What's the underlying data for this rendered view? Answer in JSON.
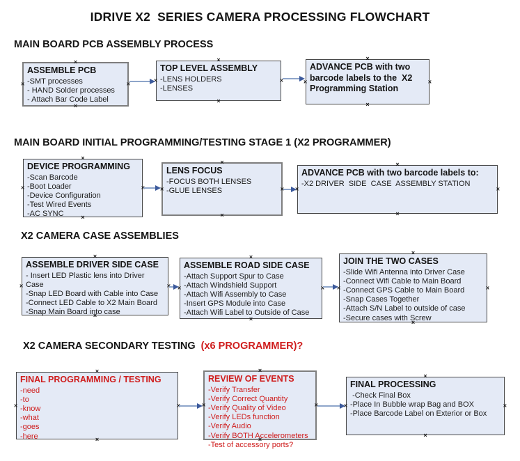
{
  "page_title": "IDRIVE X2  SERIES CAMERA PROCESSING FLOWCHART",
  "glyphs": {
    "connector_handle": "×",
    "arrow": "right-arrow"
  },
  "colors": {
    "box_fill": "#e4eaf6",
    "box_border": "#474747",
    "thick_border": "#7e7e7e",
    "red_text": "#cf1d1d",
    "arrow_line": "#8ea5ca",
    "arrow_head": "#3c5a9c"
  },
  "sections": [
    {
      "header": "MAIN BOARD PCB ASSEMBLY PROCESS",
      "boxes": [
        {
          "title": "ASSEMBLE PCB",
          "items": [
            "-SMT processes",
            "- HAND Solder processes",
            "- Attach Bar Code Label"
          ]
        },
        {
          "title": "TOP LEVEL ASSEMBLY",
          "items": [
            "-LENS HOLDERS",
            "-LENSES"
          ]
        },
        {
          "title": "ADVANCE PCB with two barcode labels to the  X2 Programming Station",
          "items": []
        }
      ]
    },
    {
      "header": "MAIN BOARD INITIAL PROGRAMMING/TESTING STAGE 1 (X2 PROGRAMMER)",
      "boxes": [
        {
          "title": "DEVICE PROGRAMMING",
          "items": [
            "-Scan Barcode",
            "-Boot Loader",
            "-Device Configuration",
            "-Test Wired Events",
            "-AC SYNC"
          ]
        },
        {
          "title": "LENS FOCUS",
          "items": [
            "-FOCUS BOTH LENSES",
            "-GLUE LENSES"
          ]
        },
        {
          "title": "ADVANCE PCB with two barcode labels to:",
          "items": [
            "-X2 DRIVER  SIDE  CASE  ASSEMBLY STATION"
          ]
        }
      ]
    },
    {
      "header": "X2 CAMERA CASE ASSEMBLIES",
      "boxes": [
        {
          "title": "ASSEMBLE DRIVER SIDE CASE",
          "items": [
            "- Insert LED Plastic lens into Driver Case",
            "-Snap LED Board with Cable into Case",
            "-Connect LED Cable to X2 Main Board",
            "-Snap Main Board into case"
          ]
        },
        {
          "title": "ASSEMBLE ROAD SIDE CASE",
          "items": [
            "-Attach Support Spur to Case",
            "-Attach Windshield Support",
            "-Attach Wifi Assembly to Case",
            "-Insert GPS Module into Case",
            "-Attach Wifi Label to Outside of Case"
          ]
        },
        {
          "title": "JOIN THE TWO CASES",
          "items": [
            "-Slide Wifi Antenna into Driver Case",
            "-Connect Wifi Cable to Main Board",
            "-Connect GPS Cable to Main Board",
            "-Snap Cases Together",
            "-Attach S/N Label to outside of case",
            "-Secure cases with Screw"
          ]
        }
      ]
    },
    {
      "header": "X2 CAMERA SECONDARY TESTING ",
      "header_suffix": " (x6 PROGRAMMER)?",
      "boxes": [
        {
          "title": "FINAL PROGRAMMING / TESTING",
          "items": [
            "-need",
            "-to",
            "-know",
            "-what",
            "-goes",
            "-here"
          ]
        },
        {
          "title": "REVIEW OF EVENTS",
          "items": [
            "-Verify Transfer",
            "-Verify Correct Quantity",
            "-Verify Quality of Video",
            "-Verify LEDs function",
            "-Verify Audio",
            "-Verify BOTH Accelerometers",
            "-Test of accessory ports?"
          ]
        },
        {
          "title": "FINAL PROCESSING",
          "items": [
            " -Check Final Box",
            "-Place In Bubble wrap Bag and BOX",
            "-Place Barcode Label on Exterior or Box"
          ]
        }
      ]
    }
  ]
}
